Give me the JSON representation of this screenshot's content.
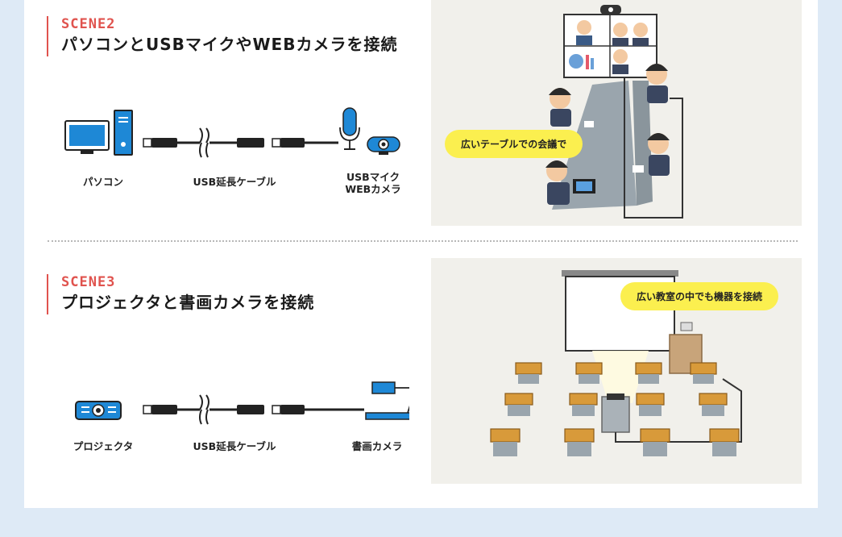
{
  "scenes": [
    {
      "label": "SCENE2",
      "title": "パソコンとUSBマイクやWEBカメラを接続",
      "devices": {
        "left": "パソコン",
        "cable": "USB延長ケーブル",
        "right_line1": "USBマイク",
        "right_line2": "WEBカメラ"
      },
      "bubble": "広いテーブルでの会議で"
    },
    {
      "label": "SCENE3",
      "title": "プロジェクタと書画カメラを接続",
      "devices": {
        "left": "プロジェクタ",
        "cable": "USB延長ケーブル",
        "right": "書画カメラ"
      },
      "bubble": "広い教室の中でも機器を接続"
    }
  ],
  "colors": {
    "accent": "#e0534e",
    "device_blue": "#1e88d6",
    "bubble_yellow": "#fbef4f",
    "page_bg": "#deeaf6"
  },
  "icons": [
    "pc-icon",
    "usb-plug-icon",
    "cable-break-icon",
    "microphone-icon",
    "webcam-icon",
    "projector-icon",
    "document-camera-icon"
  ]
}
